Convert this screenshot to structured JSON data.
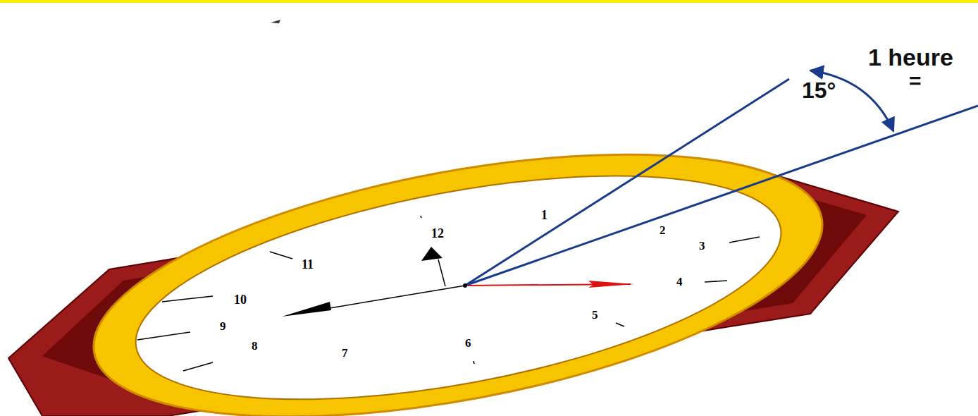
{
  "diagram": {
    "labels": [
      "1 heure",
      "=",
      "15°",
      "12",
      "11",
      "10",
      "9",
      "8",
      "7",
      "6",
      "5",
      "4",
      "3",
      "2",
      "1"
    ]
  }
}
